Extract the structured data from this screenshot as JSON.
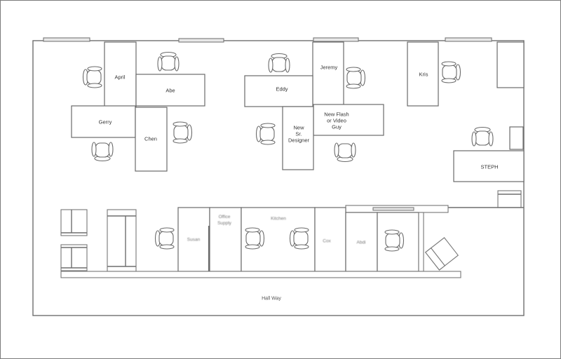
{
  "floor_plan": {
    "desks": [
      {
        "id": "april",
        "label": "April"
      },
      {
        "id": "abe",
        "label": "Abe"
      },
      {
        "id": "gerry",
        "label": "Gerry"
      },
      {
        "id": "chen",
        "label": "Chen"
      },
      {
        "id": "eddy",
        "label": "Eddy"
      },
      {
        "id": "jeremy",
        "label": "Jeremy"
      },
      {
        "id": "new-sr-designer",
        "label": "New\nSr.\nDesigner"
      },
      {
        "id": "new-flash-video-guy",
        "label": "New Flash\nor Video\nGuy"
      },
      {
        "id": "kris",
        "label": "Kris"
      },
      {
        "id": "steph",
        "label": "STEPH"
      }
    ],
    "bottom_rooms": [
      {
        "id": "room-1",
        "label": "Susan"
      },
      {
        "id": "room-2",
        "label": "Office\nSupply"
      },
      {
        "id": "room-3",
        "label": "Kitchen"
      },
      {
        "id": "room-4",
        "label": "Cox"
      },
      {
        "id": "room-5",
        "label": "Abdi"
      }
    ],
    "hallway_label": "Hall Way"
  }
}
